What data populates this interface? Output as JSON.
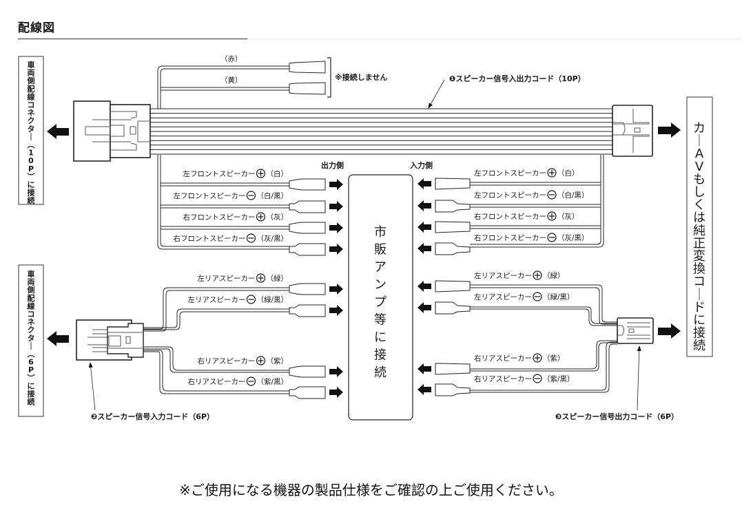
{
  "page": {
    "title": "配線図",
    "footer_note": "※ご使用になる機器の製品仕様をご確認の上ご使用ください。"
  },
  "side_boxes": {
    "left_top": "車両側配線コネクター（10P）に接続",
    "left_bottom": "車両側配線コネクター（6P）に接続",
    "right": "カーAVもしくは純正変換コードに接続",
    "center": "市販アンプ等に接続"
  },
  "cords": {
    "cord1": "❶スピーカー信号入出力コード（10P）",
    "cord2": "❷スピーカー信号入力コード（6P）",
    "cord3": "❸スピーカー信号出力コード（6P）"
  },
  "unused_wires": {
    "red": "（赤）",
    "yellow": "（黄）",
    "note": "※接続しません"
  },
  "side_headers": {
    "output": "出力側",
    "input": "入力側"
  },
  "front_wires": [
    {
      "name": "左フロントスピーカー",
      "polarity": "+",
      "color": "（白）"
    },
    {
      "name": "左フロントスピーカー",
      "polarity": "-",
      "color": "（白/黒）"
    },
    {
      "name": "右フロントスピーカー",
      "polarity": "+",
      "color": "（灰）"
    },
    {
      "name": "右フロントスピーカー",
      "polarity": "-",
      "color": "（灰/黒）"
    }
  ],
  "rear_wires": [
    {
      "name": "左リアスピーカー",
      "polarity": "+",
      "color": "（緑）"
    },
    {
      "name": "左リアスピーカー",
      "polarity": "-",
      "color": "（緑/黒）"
    },
    {
      "name": "右リアスピーカー",
      "polarity": "+",
      "color": "（紫）"
    },
    {
      "name": "右リアスピーカー",
      "polarity": "-",
      "color": "（紫/黒）"
    }
  ]
}
